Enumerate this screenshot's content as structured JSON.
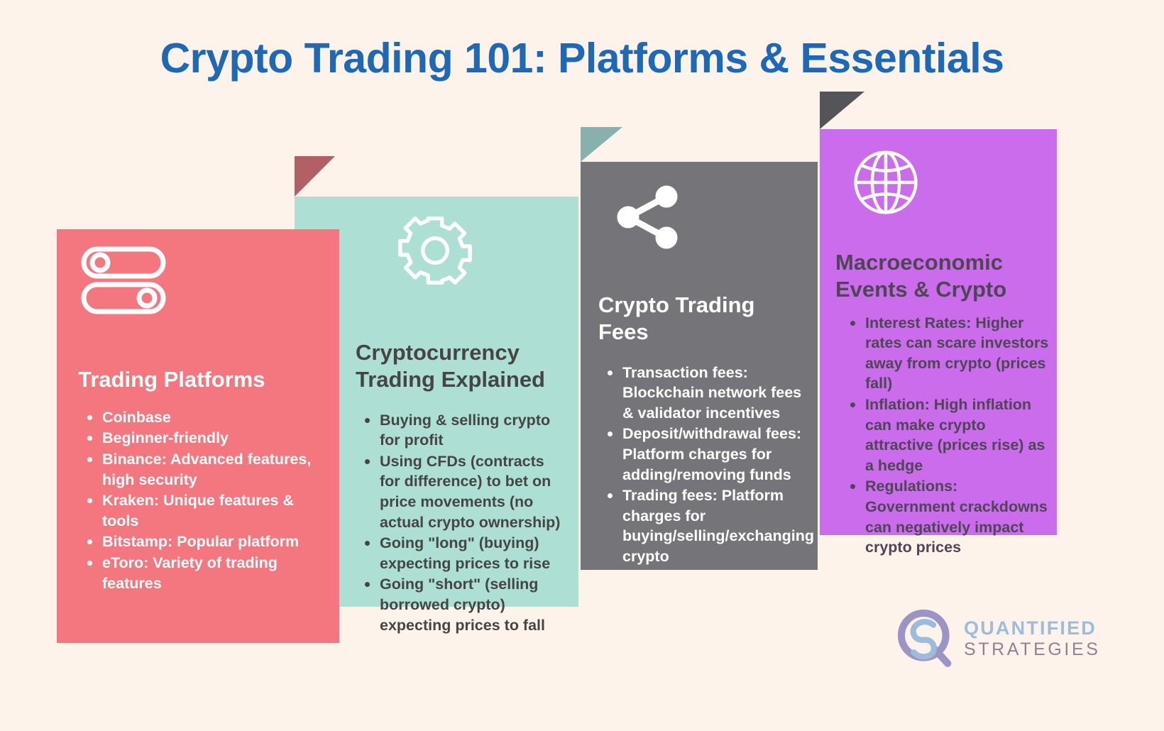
{
  "page": {
    "title": "Crypto Trading 101: Platforms & Essentials",
    "background_color": "#fdf3ea",
    "title_color": "#1e68b8"
  },
  "cards": [
    {
      "id": "platforms",
      "icon": "server-racks-icon",
      "title": "Trading Platforms",
      "color": "#f4767e",
      "text_color": "#ffffff",
      "fold_color": "#ffffff",
      "items": [
        "Coinbase",
        "Beginner-friendly",
        "Binance: Advanced features, high security",
        "Kraken: Unique features & tools",
        "Bitstamp: Popular platform",
        "eToro: Variety of trading features"
      ]
    },
    {
      "id": "explained",
      "icon": "gear-icon",
      "title": "Cryptocurrency Trading Explained",
      "color": "#aedfd5",
      "text_color": "#454545",
      "fold_color": "#b35f66",
      "items": [
        "Buying & selling crypto for profit",
        "Using CFDs (contracts for difference) to bet on price movements (no actual crypto ownership)",
        "Going \"long\" (buying) expecting prices to rise",
        "Going \"short\" (selling borrowed crypto) expecting prices to fall"
      ]
    },
    {
      "id": "fees",
      "icon": "share-icon",
      "title": "Crypto Trading Fees",
      "color": "#757478",
      "text_color": "#ffffff",
      "fold_color": "#87b2ab",
      "items": [
        "Transaction fees: Blockchain network fees & validator incentives",
        "Deposit/withdrawal fees: Platform charges for adding/removing funds",
        "Trading fees: Platform charges for buying/selling/exchanging crypto"
      ]
    },
    {
      "id": "macro",
      "icon": "globe-icon",
      "title": "Macroeconomic Events & Crypto",
      "color": "#cb6cec",
      "text_color": "#4e4654",
      "fold_color": "#555459",
      "items": [
        "Interest Rates: Higher rates can scare investors away from crypto (prices fall)",
        "Inflation: High inflation can make crypto attractive (prices rise) as a hedge",
        "Regulations: Government crackdowns can negatively impact crypto prices"
      ]
    }
  ],
  "logo": {
    "mark": "quantified-strategies-logo-icon",
    "word_top": "QUANTIFIED",
    "word_bottom": "STRATEGIES",
    "word_top_color": "#9dbcdc",
    "word_bottom_color": "#8b8494"
  }
}
